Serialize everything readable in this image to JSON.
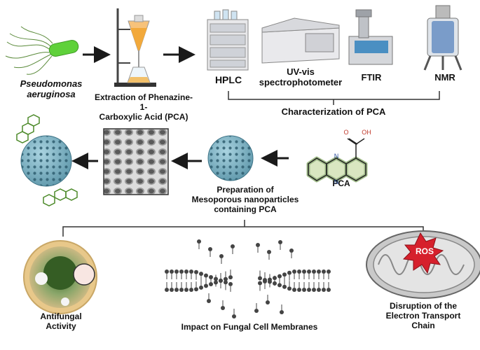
{
  "labels": {
    "organism": "Pseudomonas\naeruginosa",
    "extraction": "Extraction of Phenazine-1-\nCarboxylic Acid (PCA)",
    "hplc": "HPLC",
    "uvvis": "UV-vis\nspectrophotometer",
    "ftir": "FTIR",
    "nmr": "NMR",
    "characterization": "Characterization of PCA",
    "pca_molecule": "PCA",
    "atom_o": "O",
    "atom_oh": "OH",
    "atom_n_top": "N",
    "atom_n_bottom": "N",
    "preparation": "Preparation of\nMesoporous nanoparticles\ncontaining PCA",
    "antifungal": "Antifungal\nActivity",
    "membranes": "Impact on Fungal Cell Membranes",
    "ros": "ROS",
    "disruption": "Disruption of the\nElectron Transport\nChain"
  },
  "colors": {
    "bacterium": "#5fd13a",
    "flask_liquid": "#f2a93b",
    "nanoparticle": "#7fb3c4",
    "nanoparticle_pores": "#2f5e70",
    "molecule_fill": "#c9dca8",
    "ros_burst": "#d6202c",
    "mitochondria": "#b9b9b9",
    "arrow": "#1a1a1a"
  },
  "icons": [
    "bacterium-icon",
    "separatory-funnel-icon",
    "hplc-instrument-icon",
    "uv-vis-instrument-icon",
    "ftir-instrument-icon",
    "nmr-instrument-icon",
    "nanoparticle-icon",
    "porous-sem-image-icon",
    "pca-molecule-icon",
    "petri-dish-icon",
    "lipid-bilayer-icon",
    "mitochondria-icon",
    "ros-burst-icon"
  ]
}
